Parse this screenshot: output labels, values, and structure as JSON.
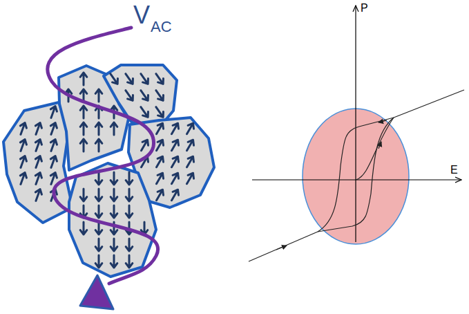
{
  "diagram": {
    "labels": [
      "V",
      "AC",
      "P",
      "E"
    ]
  }
}
